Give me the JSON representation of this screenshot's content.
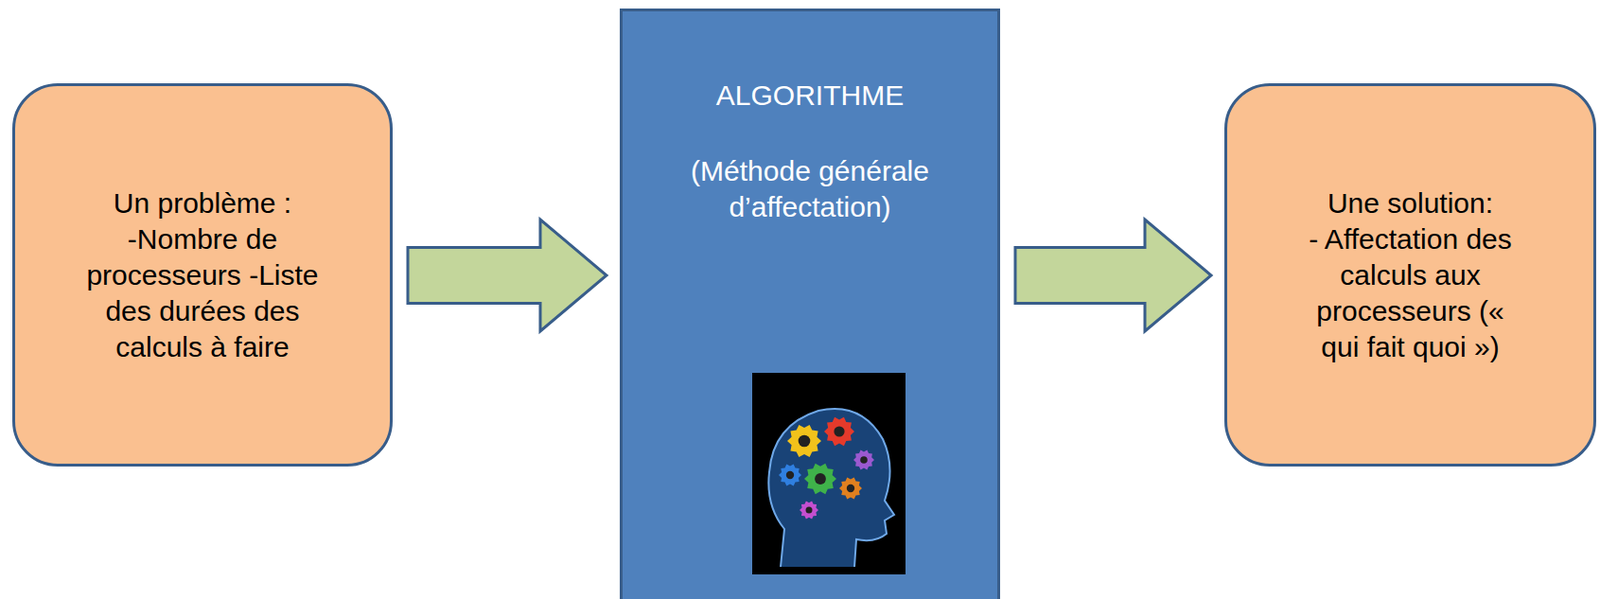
{
  "diagram": {
    "nodes": [
      {
        "text": [
          "Un problème :",
          "-Nombre de processeurs -Liste des durées des calculs à faire"
        ]
      },
      {
        "text": [
          "ALGORITHME",
          "(Méthode générale d’affectation)"
        ]
      },
      {
        "text": [
          "Une solution:",
          "- Affectation des calculs aux processeurs (« qui fait quoi »)"
        ]
      }
    ],
    "edges": [
      {
        "from": 0,
        "to": 1,
        "arrow": "to"
      },
      {
        "from": 1,
        "to": 2,
        "arrow": "to"
      }
    ]
  }
}
